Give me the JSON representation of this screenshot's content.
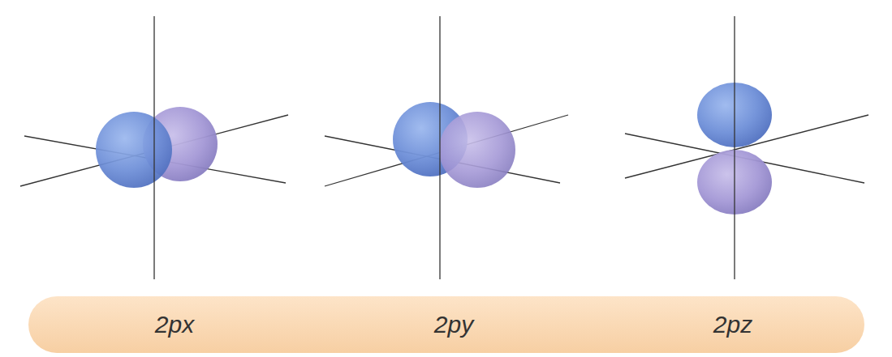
{
  "diagram": {
    "nodes": [
      {
        "text": [
          "2px",
          "2py",
          "2pz"
        ]
      }
    ]
  }
}
